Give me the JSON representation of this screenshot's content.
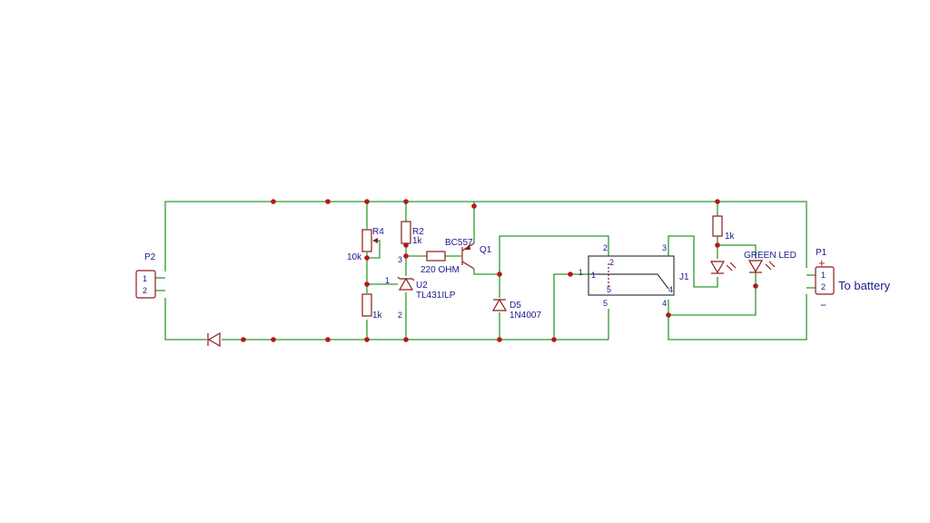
{
  "connectors": {
    "p2": {
      "ref": "P2",
      "pin1": "1",
      "pin2": "2"
    },
    "p1": {
      "ref": "P1",
      "pin1": "1",
      "pin2": "2",
      "plus": "+",
      "minus": "−",
      "note": "To battery"
    }
  },
  "components": {
    "r4": {
      "ref": "R4",
      "value": "10k"
    },
    "r_bottom": {
      "value": "1k"
    },
    "r2": {
      "ref": "R2",
      "value": "1k"
    },
    "r_base": {
      "value": "220 OHM"
    },
    "q1": {
      "ref": "Q1",
      "value": "BC557"
    },
    "u2": {
      "ref": "U2",
      "value": "TL431ILP",
      "pin1": "1",
      "pin2": "2",
      "pin3": "3"
    },
    "d5": {
      "ref": "D5",
      "value": "1N4007"
    },
    "j1": {
      "ref": "J1",
      "pin1": "1",
      "pin1b": "1",
      "pin2": "2",
      "pin2b": "2",
      "pin3": "3",
      "pin4": "4",
      "pin4b": "4",
      "pin5": "5",
      "pin5b": "5"
    },
    "r_led": {
      "value": "1k"
    },
    "led_green": {
      "value": "GREEN LED"
    }
  },
  "colors": {
    "wire": "#2e9a2e",
    "component": "#8b1c1c",
    "label": "#1a1a8c",
    "junction": "#b51818"
  }
}
